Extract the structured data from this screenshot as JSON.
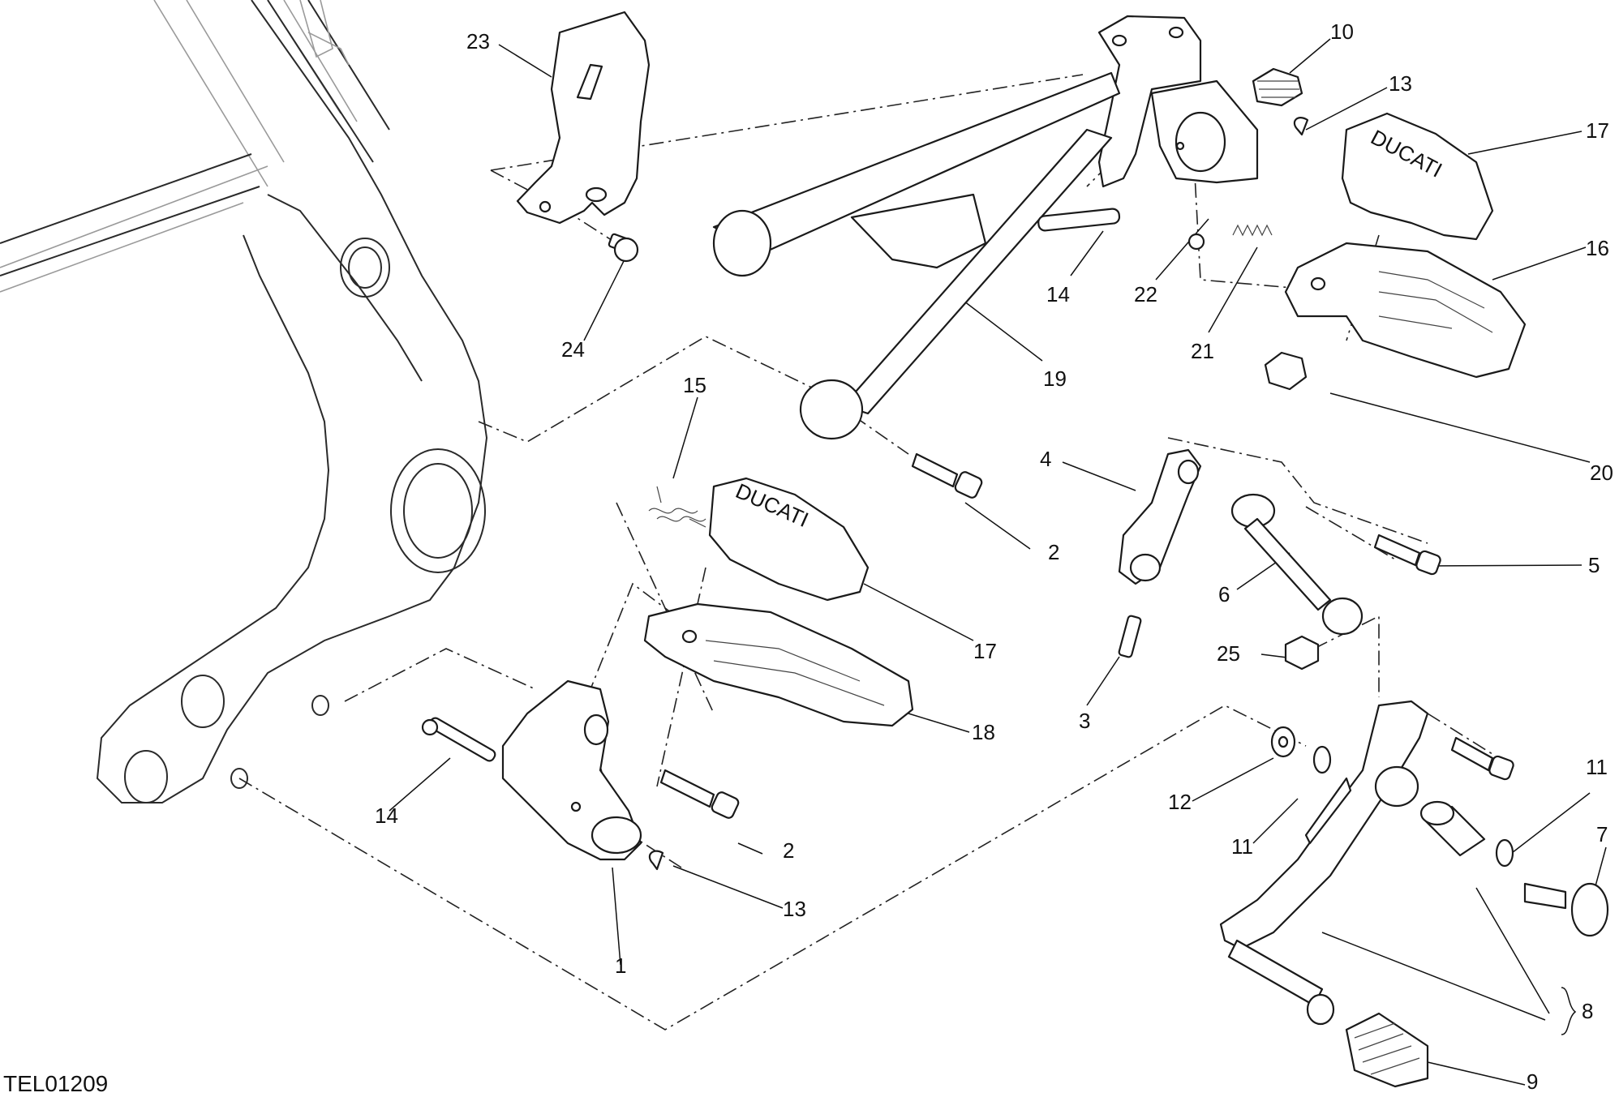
{
  "drawing": {
    "code": "TEL01209",
    "callouts": [
      {
        "id": "c23",
        "label": "23"
      },
      {
        "id": "c24",
        "label": "24"
      },
      {
        "id": "c10",
        "label": "10"
      },
      {
        "id": "c13a",
        "label": "13"
      },
      {
        "id": "c17a",
        "label": "17"
      },
      {
        "id": "c16",
        "label": "16"
      },
      {
        "id": "c14a",
        "label": "14"
      },
      {
        "id": "c22",
        "label": "22"
      },
      {
        "id": "c21",
        "label": "21"
      },
      {
        "id": "c19",
        "label": "19"
      },
      {
        "id": "c20",
        "label": "20"
      },
      {
        "id": "c15",
        "label": "15"
      },
      {
        "id": "c2a",
        "label": "2"
      },
      {
        "id": "c4",
        "label": "4"
      },
      {
        "id": "c5",
        "label": "5"
      },
      {
        "id": "c6",
        "label": "6"
      },
      {
        "id": "c17b",
        "label": "17"
      },
      {
        "id": "c25",
        "label": "25"
      },
      {
        "id": "c3",
        "label": "3"
      },
      {
        "id": "c18",
        "label": "18"
      },
      {
        "id": "c14b",
        "label": "14"
      },
      {
        "id": "c2b",
        "label": "2"
      },
      {
        "id": "c13b",
        "label": "13"
      },
      {
        "id": "c1",
        "label": "1"
      },
      {
        "id": "c12",
        "label": "12"
      },
      {
        "id": "c11a",
        "label": "11"
      },
      {
        "id": "c11b",
        "label": "11"
      },
      {
        "id": "c7",
        "label": "7"
      },
      {
        "id": "c8",
        "label": "8"
      },
      {
        "id": "c9",
        "label": "9"
      }
    ],
    "brand_marks": [
      "DUCATI",
      "DUCATI"
    ]
  }
}
